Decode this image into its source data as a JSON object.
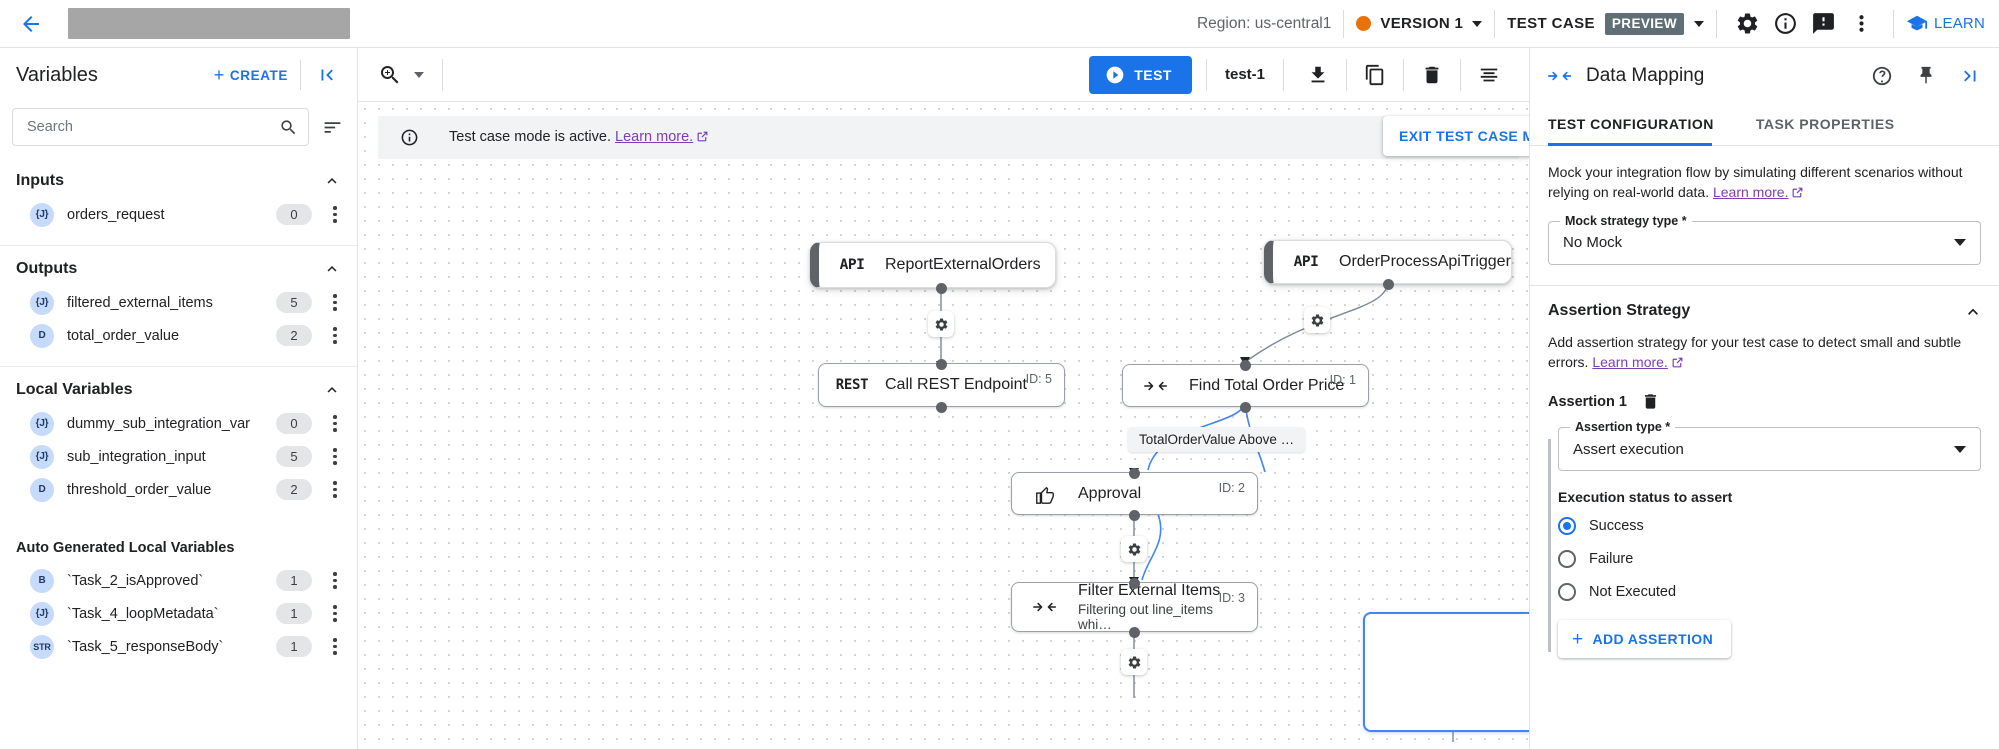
{
  "topbar": {
    "back_icon": "arrow-left-icon",
    "title_redacted": "",
    "region": "Region: us-central1",
    "version_label": "VERSION 1",
    "version_dot_color": "#e8710a",
    "test_case_label": "TEST CASE",
    "preview_badge": "PREVIEW",
    "icons": [
      "gear-icon",
      "info-icon",
      "feedback-icon",
      "more-vert-icon"
    ],
    "learn_label": "LEARN",
    "accent_color": "#1a73e8"
  },
  "left_panel": {
    "title": "Variables",
    "create_label": "CREATE",
    "collapse_icon": "collapse-left-icon",
    "search_placeholder": "Search",
    "search_value": "",
    "sections": [
      {
        "title": "Inputs",
        "items": [
          {
            "type": "{J}",
            "name": "orders_request",
            "count": "0"
          }
        ]
      },
      {
        "title": "Outputs",
        "items": [
          {
            "type": "{J}",
            "name": "filtered_external_items",
            "count": "5"
          },
          {
            "type": "D",
            "name": "total_order_value",
            "count": "2"
          }
        ]
      },
      {
        "title": "Local Variables",
        "items": [
          {
            "type": "{J}",
            "name": "dummy_sub_integration_var",
            "count": "0"
          },
          {
            "type": "{J}",
            "name": "sub_integration_input",
            "count": "5"
          },
          {
            "type": "D",
            "name": "threshold_order_value",
            "count": "2"
          }
        ]
      },
      {
        "title": "Auto Generated Local Variables",
        "items": [
          {
            "type": "B",
            "name": "`Task_2_isApproved`",
            "count": "1"
          },
          {
            "type": "{J}",
            "name": "`Task_4_loopMetadata`",
            "count": "1"
          },
          {
            "type": "STR",
            "name": "`Task_5_responseBody`",
            "count": "1"
          }
        ]
      }
    ]
  },
  "canvas_toolbar": {
    "zoom_icon": "zoom-in-icon",
    "test_label": "TEST",
    "test_name": "test-1",
    "icons": [
      "download-icon",
      "copy-icon",
      "delete-icon",
      "list-icon"
    ]
  },
  "canvas": {
    "banner_text": "Test case mode is active.",
    "banner_link": "Learn more.",
    "exit_button": "EXIT TEST CASE MODE",
    "edge_label": "TotalOrderValue Above …",
    "nodes": [
      {
        "icon": "api-icon",
        "icon_text": "API",
        "label": "ReportExternalOrders",
        "sub": "",
        "id": ""
      },
      {
        "icon": "api-icon",
        "icon_text": "API",
        "label": "OrderProcessApiTrigger",
        "sub": "",
        "id": ""
      },
      {
        "icon": "rest-icon",
        "icon_text": "REST",
        "label": "Call REST Endpoint",
        "sub": "",
        "id": "ID: 5"
      },
      {
        "icon": "data-mapping-icon",
        "icon_text": "",
        "label": "Find Total Order Price",
        "sub": "",
        "id": "ID: 1"
      },
      {
        "icon": "approval-hand-icon",
        "icon_text": "",
        "label": "Approval",
        "sub": "",
        "id": "ID: 2"
      },
      {
        "icon": "data-mapping-icon",
        "icon_text": "",
        "label": "Filter External Items",
        "sub": "Filtering out line_items whi…",
        "id": "ID: 3"
      }
    ]
  },
  "right_panel": {
    "icon": "data-mapping-icon",
    "title": "Data Mapping",
    "header_icons": [
      "help-icon",
      "pin-icon",
      "collapse-right-icon"
    ],
    "tabs": [
      {
        "label": "TEST CONFIGURATION",
        "active": true
      },
      {
        "label": "TASK PROPERTIES",
        "active": false
      }
    ],
    "mock_desc": "Mock your integration flow by simulating different scenarios without relying on real-world data.",
    "mock_link": "Learn more.",
    "mock_field_label": "Mock strategy type *",
    "mock_field_value": "No Mock",
    "assertion_section_title": "Assertion Strategy",
    "assertion_desc": "Add assertion strategy for your test case to detect small and subtle errors.",
    "assertion_link": "Learn more.",
    "assertion_item_label": "Assertion 1",
    "assertion_type_label": "Assertion type *",
    "assertion_type_value": "Assert execution",
    "radio_title": "Execution status to assert",
    "radios": [
      {
        "label": "Success",
        "checked": true
      },
      {
        "label": "Failure",
        "checked": false
      },
      {
        "label": "Not Executed",
        "checked": false
      }
    ],
    "add_assertion_label": "ADD ASSERTION"
  }
}
